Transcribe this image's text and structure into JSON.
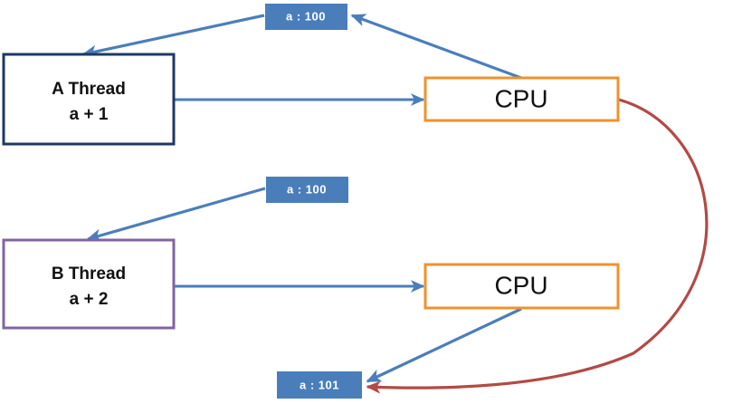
{
  "diagram": {
    "title": "Thread memory visibility diagram",
    "background_color": "#FFFFFF",
    "nodes": [
      {
        "id": "thread-a",
        "kind": "thread-box",
        "line1": "A Thread",
        "line2": "a + 1",
        "border_color": "#1F3864",
        "fill_color": "#FFFFFF",
        "text_color": "#111111"
      },
      {
        "id": "thread-b",
        "kind": "thread-box",
        "line1": "B Thread",
        "line2": "a + 2",
        "border_color": "#8064A2",
        "fill_color": "#FFFFFF",
        "text_color": "#111111"
      },
      {
        "id": "cpu-top",
        "kind": "cpu-box",
        "label": "CPU",
        "border_color": "#F0922B",
        "fill_color": "#FFFFFF",
        "text_color": "#111111"
      },
      {
        "id": "cpu-bottom",
        "kind": "cpu-box",
        "label": "CPU",
        "border_color": "#F0922B",
        "fill_color": "#FFFFFF",
        "text_color": "#111111"
      }
    ],
    "value_tags": [
      {
        "id": "tag-top",
        "label": "a : 100",
        "fill_color": "#4A7EBB",
        "text_color": "#FFFFFF"
      },
      {
        "id": "tag-middle",
        "label": "a : 100",
        "fill_color": "#4A7EBB",
        "text_color": "#FFFFFF"
      },
      {
        "id": "tag-bottom",
        "label": "a : 101",
        "fill_color": "#4A7EBB",
        "text_color": "#FFFFFF"
      }
    ],
    "connectors": [
      {
        "id": "cpu-top-to-tag-top",
        "from": "cpu-top",
        "to": "tag-top",
        "color": "#4A7EBB",
        "style": "straight-arrow"
      },
      {
        "id": "tag-top-to-thread-a",
        "from": "tag-top",
        "to": "thread-a",
        "color": "#4A7EBB",
        "style": "straight-arrow"
      },
      {
        "id": "thread-a-to-cpu-top",
        "from": "thread-a",
        "to": "cpu-top",
        "color": "#4A7EBB",
        "style": "straight-arrow"
      },
      {
        "id": "tag-middle-to-thread-b",
        "from": "tag-middle",
        "to": "thread-b",
        "color": "#4A7EBB",
        "style": "straight-arrow"
      },
      {
        "id": "thread-b-to-cpu-bottom",
        "from": "thread-b",
        "to": "cpu-bottom",
        "color": "#4A7EBB",
        "style": "straight-arrow"
      },
      {
        "id": "cpu-bottom-to-tag-bottom",
        "from": "cpu-bottom",
        "to": "tag-bottom",
        "color": "#4A7EBB",
        "style": "straight-arrow"
      },
      {
        "id": "cpu-top-to-tag-bottom-curve",
        "from": "cpu-top",
        "to": "tag-bottom",
        "color": "#B34A45",
        "style": "curved-arrow"
      }
    ]
  }
}
